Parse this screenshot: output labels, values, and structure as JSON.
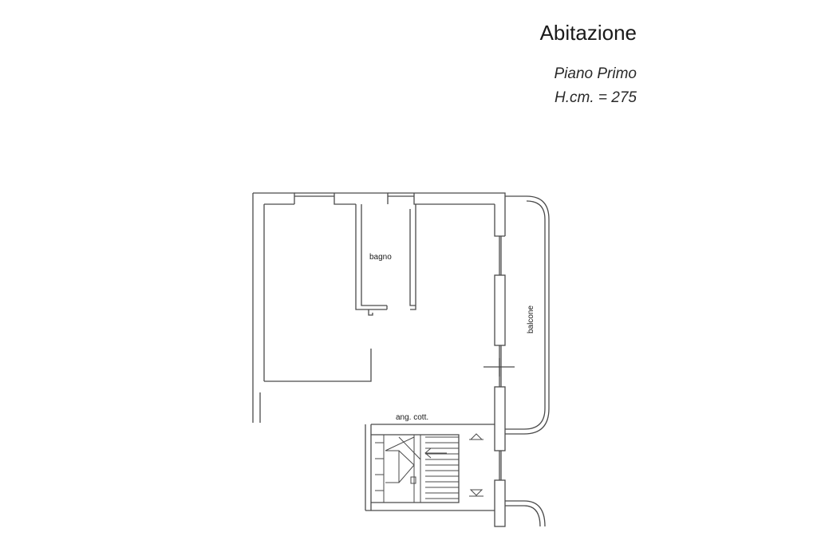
{
  "header": {
    "title": "Abitazione",
    "floor": "Piano Primo",
    "height": "H.cm. = 275"
  },
  "plan": {
    "labels": {
      "bathroom": "bagno",
      "balcony": "balcone",
      "kitchenette": "ang. cott."
    }
  },
  "colors": {
    "line": "#4a4a4a",
    "background": "#ffffff"
  }
}
